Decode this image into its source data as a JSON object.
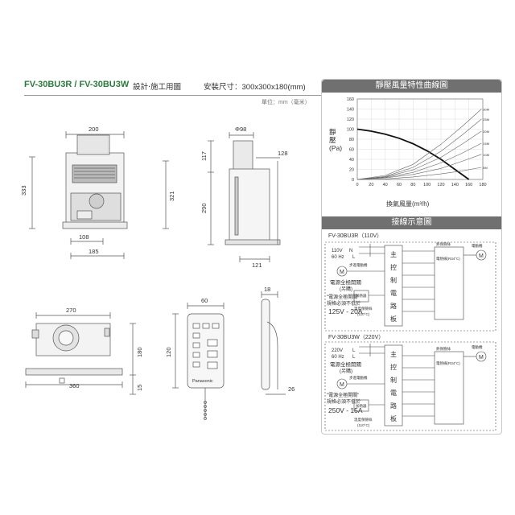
{
  "header": {
    "model": "FV-30BU3R / FV-30BU3W",
    "description": "設計‧施工用圖",
    "install_size": "安裝尺寸：300x300x180(mm)",
    "unit": "單位：mm（毫米）"
  },
  "dimensions": {
    "top_view": {
      "width_200": "200",
      "height_333": "333",
      "height_321": "321",
      "d108": "108",
      "d185": "185"
    },
    "side_view": {
      "dia": "Φ98",
      "d117": "117",
      "d128": "128",
      "d290": "290",
      "d121": "121"
    },
    "bottom_view": {
      "d270": "270",
      "d180": "180",
      "d15": "15",
      "d360": "360"
    },
    "remote": {
      "d60": "60",
      "d120": "120",
      "d18": "18",
      "d26": "26",
      "brand": "Panasonic"
    }
  },
  "chart_panel": {
    "title": "靜壓風量特性曲線圖",
    "ylabel": "靜壓(Pa)",
    "xlabel": "換氣風量(m³/h)"
  },
  "chart_data": {
    "type": "line",
    "title": "靜壓風量特性曲線圖",
    "xlabel": "換氣風量(m³/h)",
    "ylabel": "靜壓(Pa)",
    "xlim": [
      0,
      180
    ],
    "ylim": [
      0,
      160
    ],
    "x_ticks": [
      0,
      20,
      40,
      60,
      80,
      100,
      120,
      140,
      160,
      180
    ],
    "y_ticks": [
      0,
      20,
      40,
      60,
      80,
      100,
      120,
      140,
      160
    ],
    "series": [
      {
        "name": "",
        "x": [
          0,
          20,
          40,
          60,
          80,
          100,
          120,
          140,
          160
        ],
        "y": [
          100,
          96,
          90,
          82,
          71,
          57,
          40,
          20,
          0
        ]
      },
      {
        "name": "30M",
        "x": [
          0,
          40,
          80,
          120,
          150,
          178
        ],
        "y": [
          0,
          8,
          30,
          70,
          105,
          140
        ]
      },
      {
        "name": "25M",
        "x": [
          0,
          40,
          80,
          120,
          150,
          178
        ],
        "y": [
          0,
          6,
          24,
          56,
          88,
          120
        ]
      },
      {
        "name": "20M",
        "x": [
          0,
          40,
          80,
          120,
          150,
          178
        ],
        "y": [
          0,
          5,
          19,
          44,
          70,
          96
        ]
      },
      {
        "name": "15M",
        "x": [
          0,
          40,
          80,
          120,
          150,
          178
        ],
        "y": [
          0,
          4,
          14,
          33,
          52,
          72
        ]
      },
      {
        "name": "10M",
        "x": [
          0,
          40,
          80,
          120,
          150,
          178
        ],
        "y": [
          0,
          3,
          10,
          22,
          36,
          50
        ]
      },
      {
        "name": "5M",
        "x": [
          0,
          40,
          80,
          120,
          150,
          178
        ],
        "y": [
          0,
          1,
          5,
          11,
          17,
          24
        ]
      }
    ]
  },
  "wiring_panel": {
    "title": "接線示意圖",
    "r_model": "FV-30BU3R（110V）",
    "w_model": "FV-30BU3W（220V）",
    "r_voltage": "110V",
    "w_voltage": "220V",
    "freq": "60 Hz",
    "N": "N",
    "L": "L",
    "main_board": [
      "主",
      "控",
      "制",
      "電",
      "路",
      "板"
    ],
    "breaker_label": "電源全極開關",
    "breaker_sub": "(另購)",
    "breaker_note": "\"電源全極開關\"",
    "breaker_spec": "規格必須不低於",
    "r_rating": "125V - 20A",
    "w_rating": "250V - 15A",
    "motor": "M",
    "fuse": "溫度保險絲",
    "fuse_temp": "(110°C)",
    "heater_label": "加熱器",
    "dc_motor": "步進電動機",
    "fan_motor": "電動機",
    "t_fuse": "熱保險絲",
    "t_fuse2": "電熱線(R34°C)"
  }
}
